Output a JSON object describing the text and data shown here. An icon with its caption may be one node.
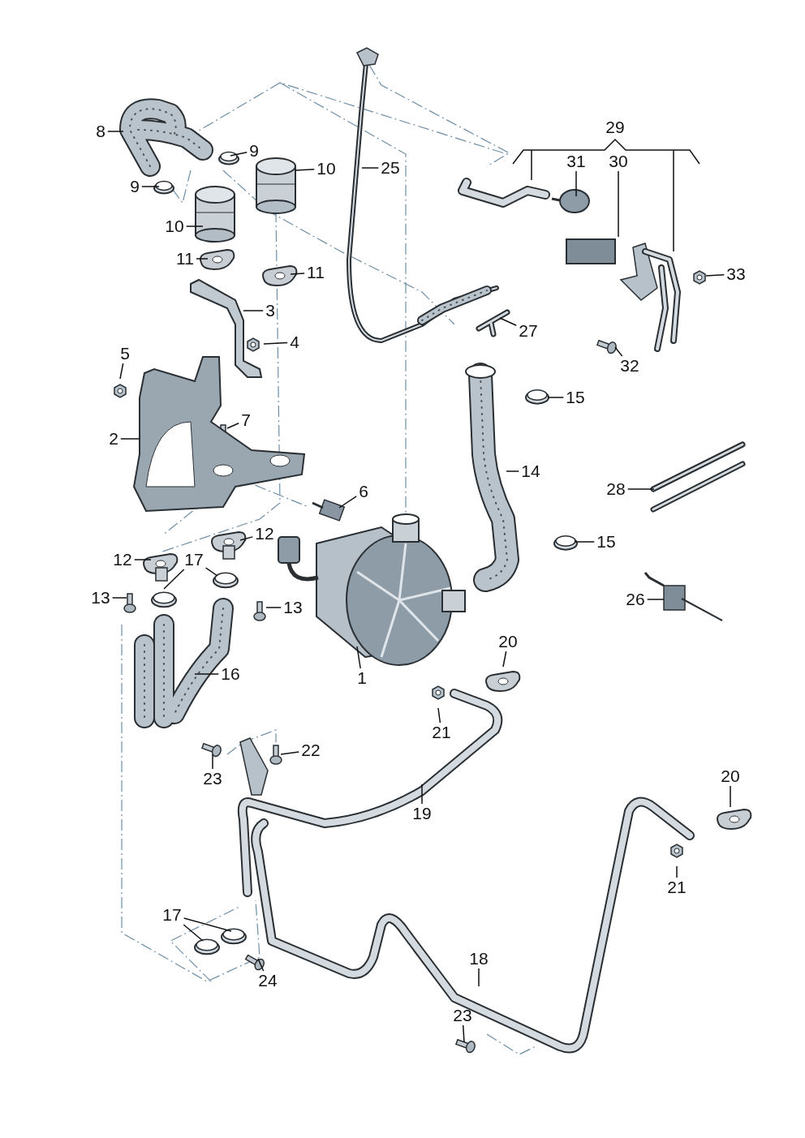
{
  "diagram": {
    "nodes": [
      {
        "text": [
          "8"
        ]
      },
      {
        "text": [
          "9"
        ]
      },
      {
        "text": [
          "10"
        ]
      },
      {
        "text": [
          "25"
        ]
      },
      {
        "text": [
          "31"
        ]
      },
      {
        "text": [
          "30"
        ]
      },
      {
        "text": [
          "9"
        ]
      },
      {
        "text": [
          "10"
        ]
      },
      {
        "text": [
          "11"
        ]
      },
      {
        "text": [
          "11"
        ]
      },
      {
        "text": [
          "33"
        ]
      },
      {
        "text": [
          "3"
        ]
      },
      {
        "text": [
          "27"
        ]
      },
      {
        "text": [
          "4"
        ]
      },
      {
        "text": [
          "5"
        ]
      },
      {
        "text": [
          "32"
        ]
      },
      {
        "text": [
          "15"
        ]
      },
      {
        "text": [
          "7"
        ]
      },
      {
        "text": [
          "2"
        ]
      },
      {
        "text": [
          "14"
        ]
      },
      {
        "text": [
          "28"
        ]
      },
      {
        "text": [
          "6"
        ]
      },
      {
        "text": [
          "12"
        ]
      },
      {
        "text": [
          "15"
        ]
      },
      {
        "text": [
          "12"
        ]
      },
      {
        "text": [
          "17"
        ]
      },
      {
        "text": [
          "13"
        ]
      },
      {
        "text": [
          "26"
        ]
      },
      {
        "text": [
          "13"
        ]
      },
      {
        "text": [
          "20"
        ]
      },
      {
        "text": [
          "16"
        ]
      },
      {
        "text": [
          "1"
        ]
      },
      {
        "text": [
          "21"
        ]
      },
      {
        "text": [
          "22"
        ]
      },
      {
        "text": [
          "20"
        ]
      },
      {
        "text": [
          "23"
        ]
      },
      {
        "text": [
          "19"
        ]
      },
      {
        "text": [
          "21"
        ]
      },
      {
        "text": [
          "17"
        ]
      },
      {
        "text": [
          "18"
        ]
      },
      {
        "text": [
          "24"
        ]
      },
      {
        "text": [
          "23"
        ]
      }
    ],
    "edges": [
      {
        "from": 0,
        "to": null,
        "arrow": "none"
      },
      {
        "from": 1,
        "to": null,
        "arrow": "none"
      },
      {
        "from": 2,
        "to": null,
        "arrow": "none"
      },
      {
        "from": 3,
        "to": null,
        "arrow": "none"
      },
      {
        "from": 4,
        "to": null,
        "arrow": "none"
      },
      {
        "from": 5,
        "to": null,
        "arrow": "none"
      },
      {
        "from": 6,
        "to": null,
        "arrow": "none"
      },
      {
        "from": 7,
        "to": null,
        "arrow": "none"
      },
      {
        "from": 8,
        "to": null,
        "arrow": "none"
      },
      {
        "from": 9,
        "to": null,
        "arrow": "none"
      },
      {
        "from": 10,
        "to": null,
        "arrow": "none"
      },
      {
        "from": 11,
        "to": null,
        "arrow": "none"
      },
      {
        "from": 12,
        "to": null,
        "arrow": "none"
      },
      {
        "from": 13,
        "to": null,
        "arrow": "none"
      },
      {
        "from": 14,
        "to": null,
        "arrow": "none"
      },
      {
        "from": 15,
        "to": null,
        "arrow": "none"
      },
      {
        "from": 16,
        "to": null,
        "arrow": "none"
      },
      {
        "from": 17,
        "to": null,
        "arrow": "none"
      },
      {
        "from": 18,
        "to": null,
        "arrow": "none"
      },
      {
        "from": 19,
        "to": null,
        "arrow": "none"
      },
      {
        "from": 20,
        "to": null,
        "arrow": "none"
      },
      {
        "from": 21,
        "to": null,
        "arrow": "none"
      },
      {
        "from": 22,
        "to": null,
        "arrow": "none"
      },
      {
        "from": 23,
        "to": null,
        "arrow": "none"
      },
      {
        "from": 24,
        "to": null,
        "arrow": "none"
      },
      {
        "from": 25,
        "to": null,
        "arrow": "none"
      },
      {
        "from": 25,
        "to": null,
        "arrow": "none"
      },
      {
        "from": 26,
        "to": null,
        "arrow": "none"
      },
      {
        "from": 27,
        "to": null,
        "arrow": "none"
      },
      {
        "from": 28,
        "to": null,
        "arrow": "none"
      },
      {
        "from": 29,
        "to": null,
        "arrow": "none"
      },
      {
        "from": 30,
        "to": null,
        "arrow": "none"
      },
      {
        "from": 31,
        "to": null,
        "arrow": "none"
      },
      {
        "from": 32,
        "to": null,
        "arrow": "none"
      },
      {
        "from": 33,
        "to": null,
        "arrow": "none"
      },
      {
        "from": 34,
        "to": null,
        "arrow": "none"
      },
      {
        "from": 35,
        "to": null,
        "arrow": "none"
      },
      {
        "from": 36,
        "to": null,
        "arrow": "none"
      },
      {
        "from": 37,
        "to": null,
        "arrow": "none"
      },
      {
        "from": 38,
        "to": null,
        "arrow": "none"
      },
      {
        "from": 38,
        "to": null,
        "arrow": "none"
      },
      {
        "from": 39,
        "to": null,
        "arrow": "none"
      },
      {
        "from": 40,
        "to": null,
        "arrow": "none"
      },
      {
        "from": 41,
        "to": null,
        "arrow": "none"
      }
    ],
    "labels": [
      "29"
    ]
  }
}
